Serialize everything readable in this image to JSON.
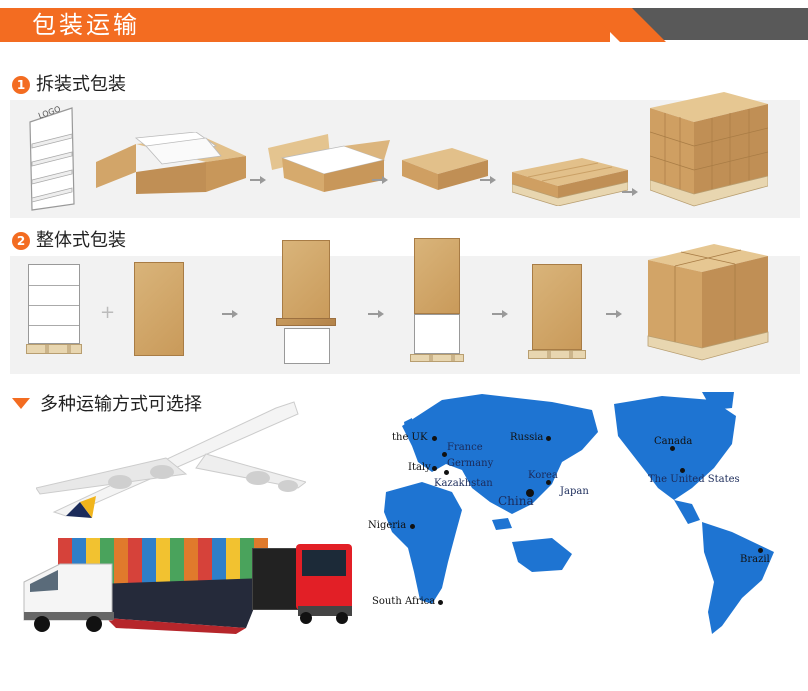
{
  "header": {
    "title": "包装运输"
  },
  "section1": {
    "number": "1",
    "title": "拆装式包装"
  },
  "section2": {
    "number": "2",
    "title": "整体式包装"
  },
  "section3": {
    "title": "多种运输方式可选择"
  },
  "display_logo": "LOGO",
  "map": {
    "labels": [
      "the UK",
      "France",
      "Russia",
      "Italy",
      "Germany",
      "Kazakhstan",
      "Korea",
      "Japan",
      "China",
      "Canada",
      "The United States",
      "Nigeria",
      "Brazil",
      "South Africa"
    ]
  },
  "colors": {
    "accent": "#f36c21",
    "header_gray": "#595959",
    "map_blue": "#1e74d2"
  }
}
